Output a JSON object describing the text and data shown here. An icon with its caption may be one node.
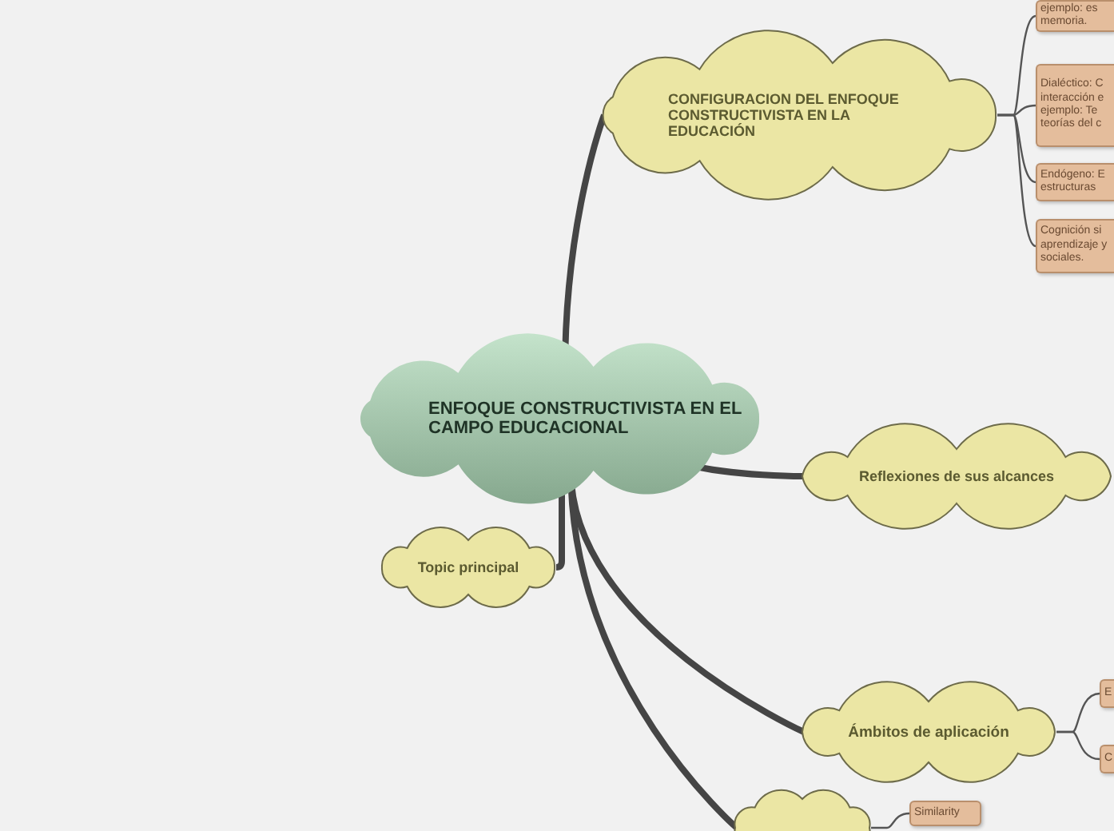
{
  "diagram": {
    "nodes": [
      {
        "text": [
          "CONFIGURACION DEL ENFOQUE CONSTRUCTIVISTA EN LA EDUCACIÓN"
        ]
      },
      {
        "text": [
          "ejemplo: es memoria."
        ]
      },
      {
        "text": [
          "Dialéctico: C interacción e ejemplo: Te teorías del c"
        ]
      },
      {
        "text": [
          "Endógeno: E estructuras"
        ]
      },
      {
        "text": [
          "Cognición si aprendizaje y sociales."
        ]
      },
      {
        "text": [
          "ENFOQUE CONSTRUCTIVISTA EN EL CAMPO EDUCACIONAL"
        ]
      },
      {
        "text": [
          "Reflexiones de sus alcances"
        ]
      },
      {
        "text": [
          "Topic principal"
        ]
      },
      {
        "text": [
          "Ámbitos de aplicación"
        ]
      },
      {
        "text": [
          "E"
        ]
      },
      {
        "text": [
          "C"
        ]
      },
      {
        "text": [],
        "shape": "cloud"
      },
      {
        "text": [
          "Similarity"
        ]
      }
    ],
    "edges": [
      {
        "from": 5,
        "to": 0,
        "arrow": "none",
        "style": "thick"
      },
      {
        "from": 0,
        "to": 1,
        "arrow": "none"
      },
      {
        "from": 0,
        "to": 2,
        "arrow": "none"
      },
      {
        "from": 0,
        "to": 3,
        "arrow": "none"
      },
      {
        "from": 0,
        "to": 4,
        "arrow": "none"
      },
      {
        "from": 5,
        "to": 6,
        "arrow": "none",
        "style": "thick"
      },
      {
        "from": 5,
        "to": 7,
        "arrow": "none",
        "style": "thick"
      },
      {
        "from": 5,
        "to": 8,
        "arrow": "none",
        "style": "thick"
      },
      {
        "from": 8,
        "to": 9,
        "arrow": "none"
      },
      {
        "from": 8,
        "to": 10,
        "arrow": "none"
      },
      {
        "from": 5,
        "to": 11,
        "arrow": "none",
        "style": "thick"
      },
      {
        "from": 11,
        "to": 12,
        "arrow": "none"
      }
    ]
  }
}
